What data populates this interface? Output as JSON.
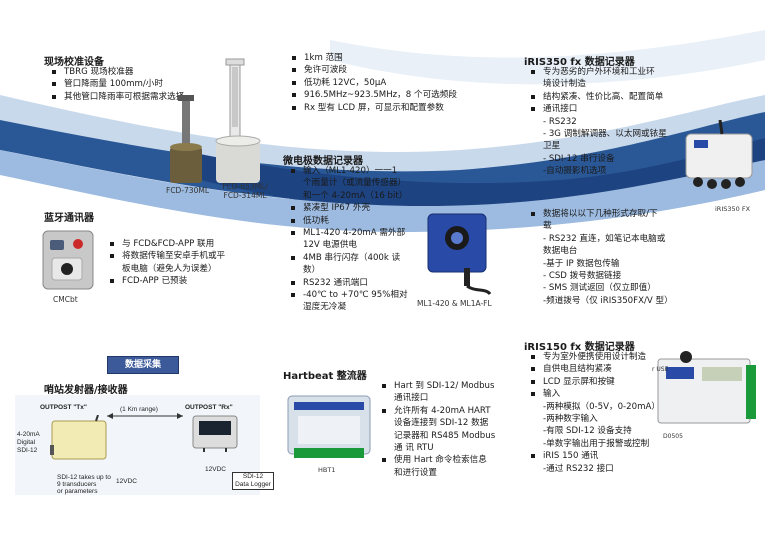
{
  "brand": {
    "blue": "#1f4b86",
    "light_blue": "#8fb2d8",
    "section_blue": "#3c5a9a"
  },
  "field_cal": {
    "title": "现场校准设备",
    "items": [
      "TBRG 现场校准器",
      "管口降雨量 100mm/小时",
      "其他管口降雨率可根据需求选择"
    ],
    "caption_left": "FCD-730ML",
    "caption_right_1": "FCD-653ML/",
    "caption_right_2": "FCD-314ML"
  },
  "top_middle": {
    "items": [
      "1km 范围",
      "免许可波段",
      "低功耗 12VC，50μA",
      "916.5MHz~923.5MHz，8 个可选频段",
      "Rx 型有 LCD 屏，可显示和配置参数"
    ]
  },
  "microlog": {
    "title": "微电极数据记录器",
    "items": [
      [
        "输入（ML1-420）一一1",
        "个雨量计（或流量传感器）",
        "和一个 4-20mA（16 bit）"
      ],
      [
        "紧凑型 IP67 外壳"
      ],
      [
        "低功耗"
      ],
      [
        "ML1-420 4-20mA 需外部",
        "12V 电源供电"
      ],
      [
        "4MB 串行闪存（400k 读",
        "数）"
      ],
      [
        "RS232 通讯端口"
      ],
      [
        "-40℃ to +70℃ 95%相对",
        "湿度无冷凝"
      ]
    ],
    "caption": "ML1-420 & ML1A-FL"
  },
  "iris350": {
    "title": "iRIS350 fx 数据记录器",
    "items": [
      [
        "专为恶劣的户外环境和工业环",
        "境设计制造"
      ],
      [
        "结构紧凑、性价比高、配置简单"
      ]
    ],
    "comm_title": "通讯接口",
    "comm_sub": [
      "- RS232",
      "- 3G 调制解调器、以太网或铱星",
      "卫星",
      "- SDI-12 串行设备",
      "-自动摄影机选项"
    ],
    "access_title_1": "数据将以以下几种形式存取/下",
    "access_title_2": "载",
    "access_sub": [
      "- RS232 直连，如笔记本电脑或",
      "数据电台",
      "-基于 IP 数据包传输",
      "- CSD 拨号数据链接",
      "- SMS 测试返回（仅立即值）",
      "-频道拨号（仅 iRIS350FX/V 型）"
    ],
    "caption": "iRIS350 FX"
  },
  "bluetooth": {
    "title": "蓝牙通讯器",
    "items": [
      [
        "与 FCD&FCD-APP 联用"
      ],
      [
        "将数据传输至安卓手机或平",
        "板电脑（避免人为误差）"
      ],
      [
        "FCD-APP 已预装"
      ]
    ],
    "caption": "CMCbt"
  },
  "data_acq": {
    "button": "数据采集"
  },
  "radio": {
    "title": "哨站发射器/接收器",
    "outpost_tx": "OUTPOST \"Tx\"",
    "outpost_rx": "OUTPOST \"Rx\"",
    "range": "(1 Km range)",
    "in1": "4-20mA",
    "in2": "Digital",
    "in3": "SDI-12",
    "vdc1": "12VDC",
    "vdc2": "12VDC",
    "sdi_note_1": "SDI-12 takes up to",
    "sdi_note_2": "9 transducers",
    "sdi_note_3": "or parameters",
    "logger_1": "SDI-12",
    "logger_2": "Data Logger"
  },
  "hartbeat": {
    "title": "Hartbeat 整流器",
    "items": [
      [
        "Hart  到  SDI-12/  Modbus",
        "通讯接口"
      ],
      [
        "允许所有  4-20mA  HART",
        "设备连接到  SDI-12  数据",
        "记录器和  RS485  Modbus",
        "通  讯  RTU"
      ],
      [
        "使用  Hart  命令检索信息",
        "和进行设置"
      ]
    ],
    "caption": "HBT1"
  },
  "iris150": {
    "title": "iRIS150 fx 数据记录器",
    "items": [
      [
        "专为室外便携使用设计制造"
      ],
      [
        "自供电且结构紧凑"
      ],
      [
        "LCD 显示屏和按键"
      ]
    ],
    "input_title": "输入",
    "input_sub": [
      "-两种模拟（0-5V，0-20mA）输入",
      "-两种数字输入",
      "-有限 SDI-12 设备支持",
      "-单数字输出用于报警或控制"
    ],
    "comm_title": "iRIS 150 通讯",
    "comm_sub": [
      "-通过 RS232 接口"
    ],
    "img_tag_1": "r USE",
    "img_tag_2": "D0505"
  }
}
